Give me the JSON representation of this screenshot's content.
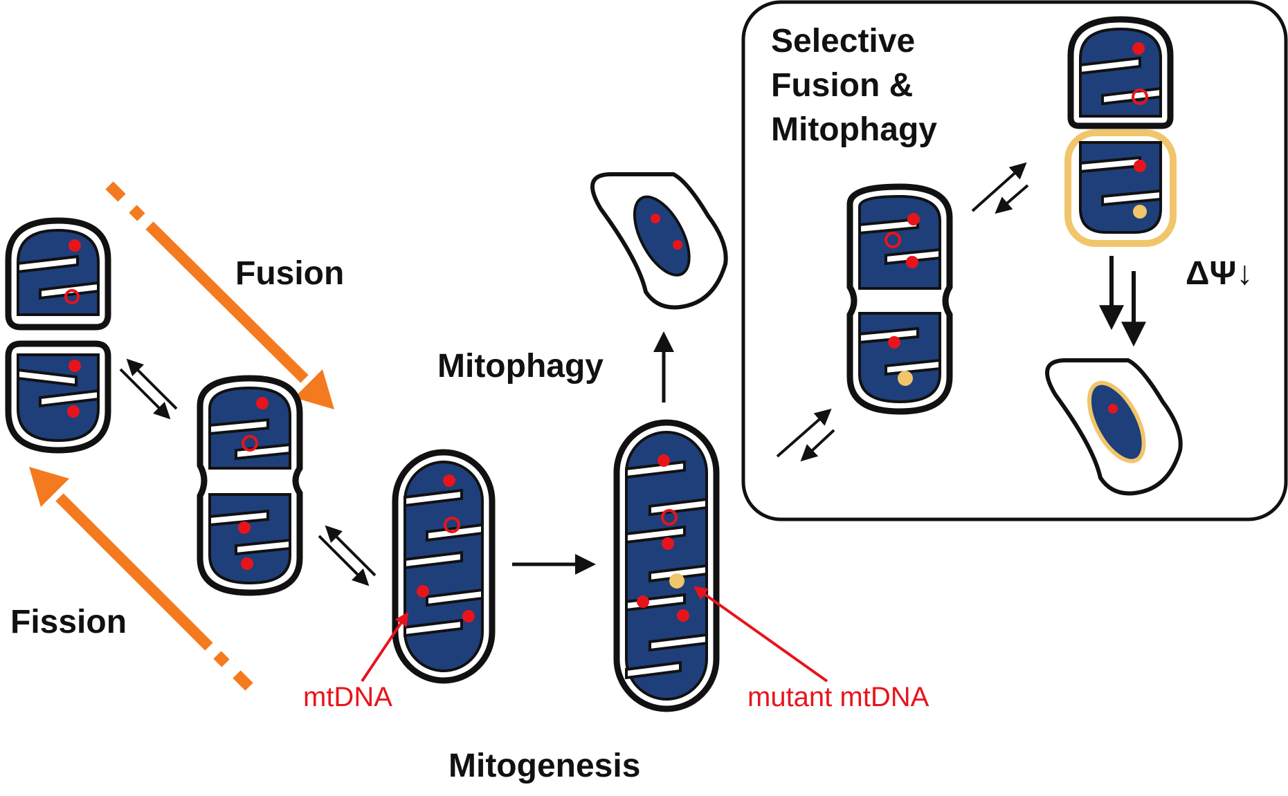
{
  "labels": {
    "fusion": "Fusion",
    "fission": "Fission",
    "mitophagy": "Mitophagy",
    "mitogenesis": "Mitogenesis",
    "mtdna": "mtDNA",
    "mutant_mtdna": "mutant mtDNA",
    "box_line1": "Selective",
    "box_line2": "Fusion &",
    "box_line3": "Mitophagy",
    "delta_psi": "ΔΨ↓"
  },
  "colors": {
    "matrix": "#1e3f7a",
    "membrane": "#111111",
    "mtdna": "#e8141c",
    "mutant_mtdna": "#f1c56b",
    "orange_arrow": "#f47a1f",
    "label_red": "#e8141c",
    "damaged_halo": "#f1c56b"
  }
}
